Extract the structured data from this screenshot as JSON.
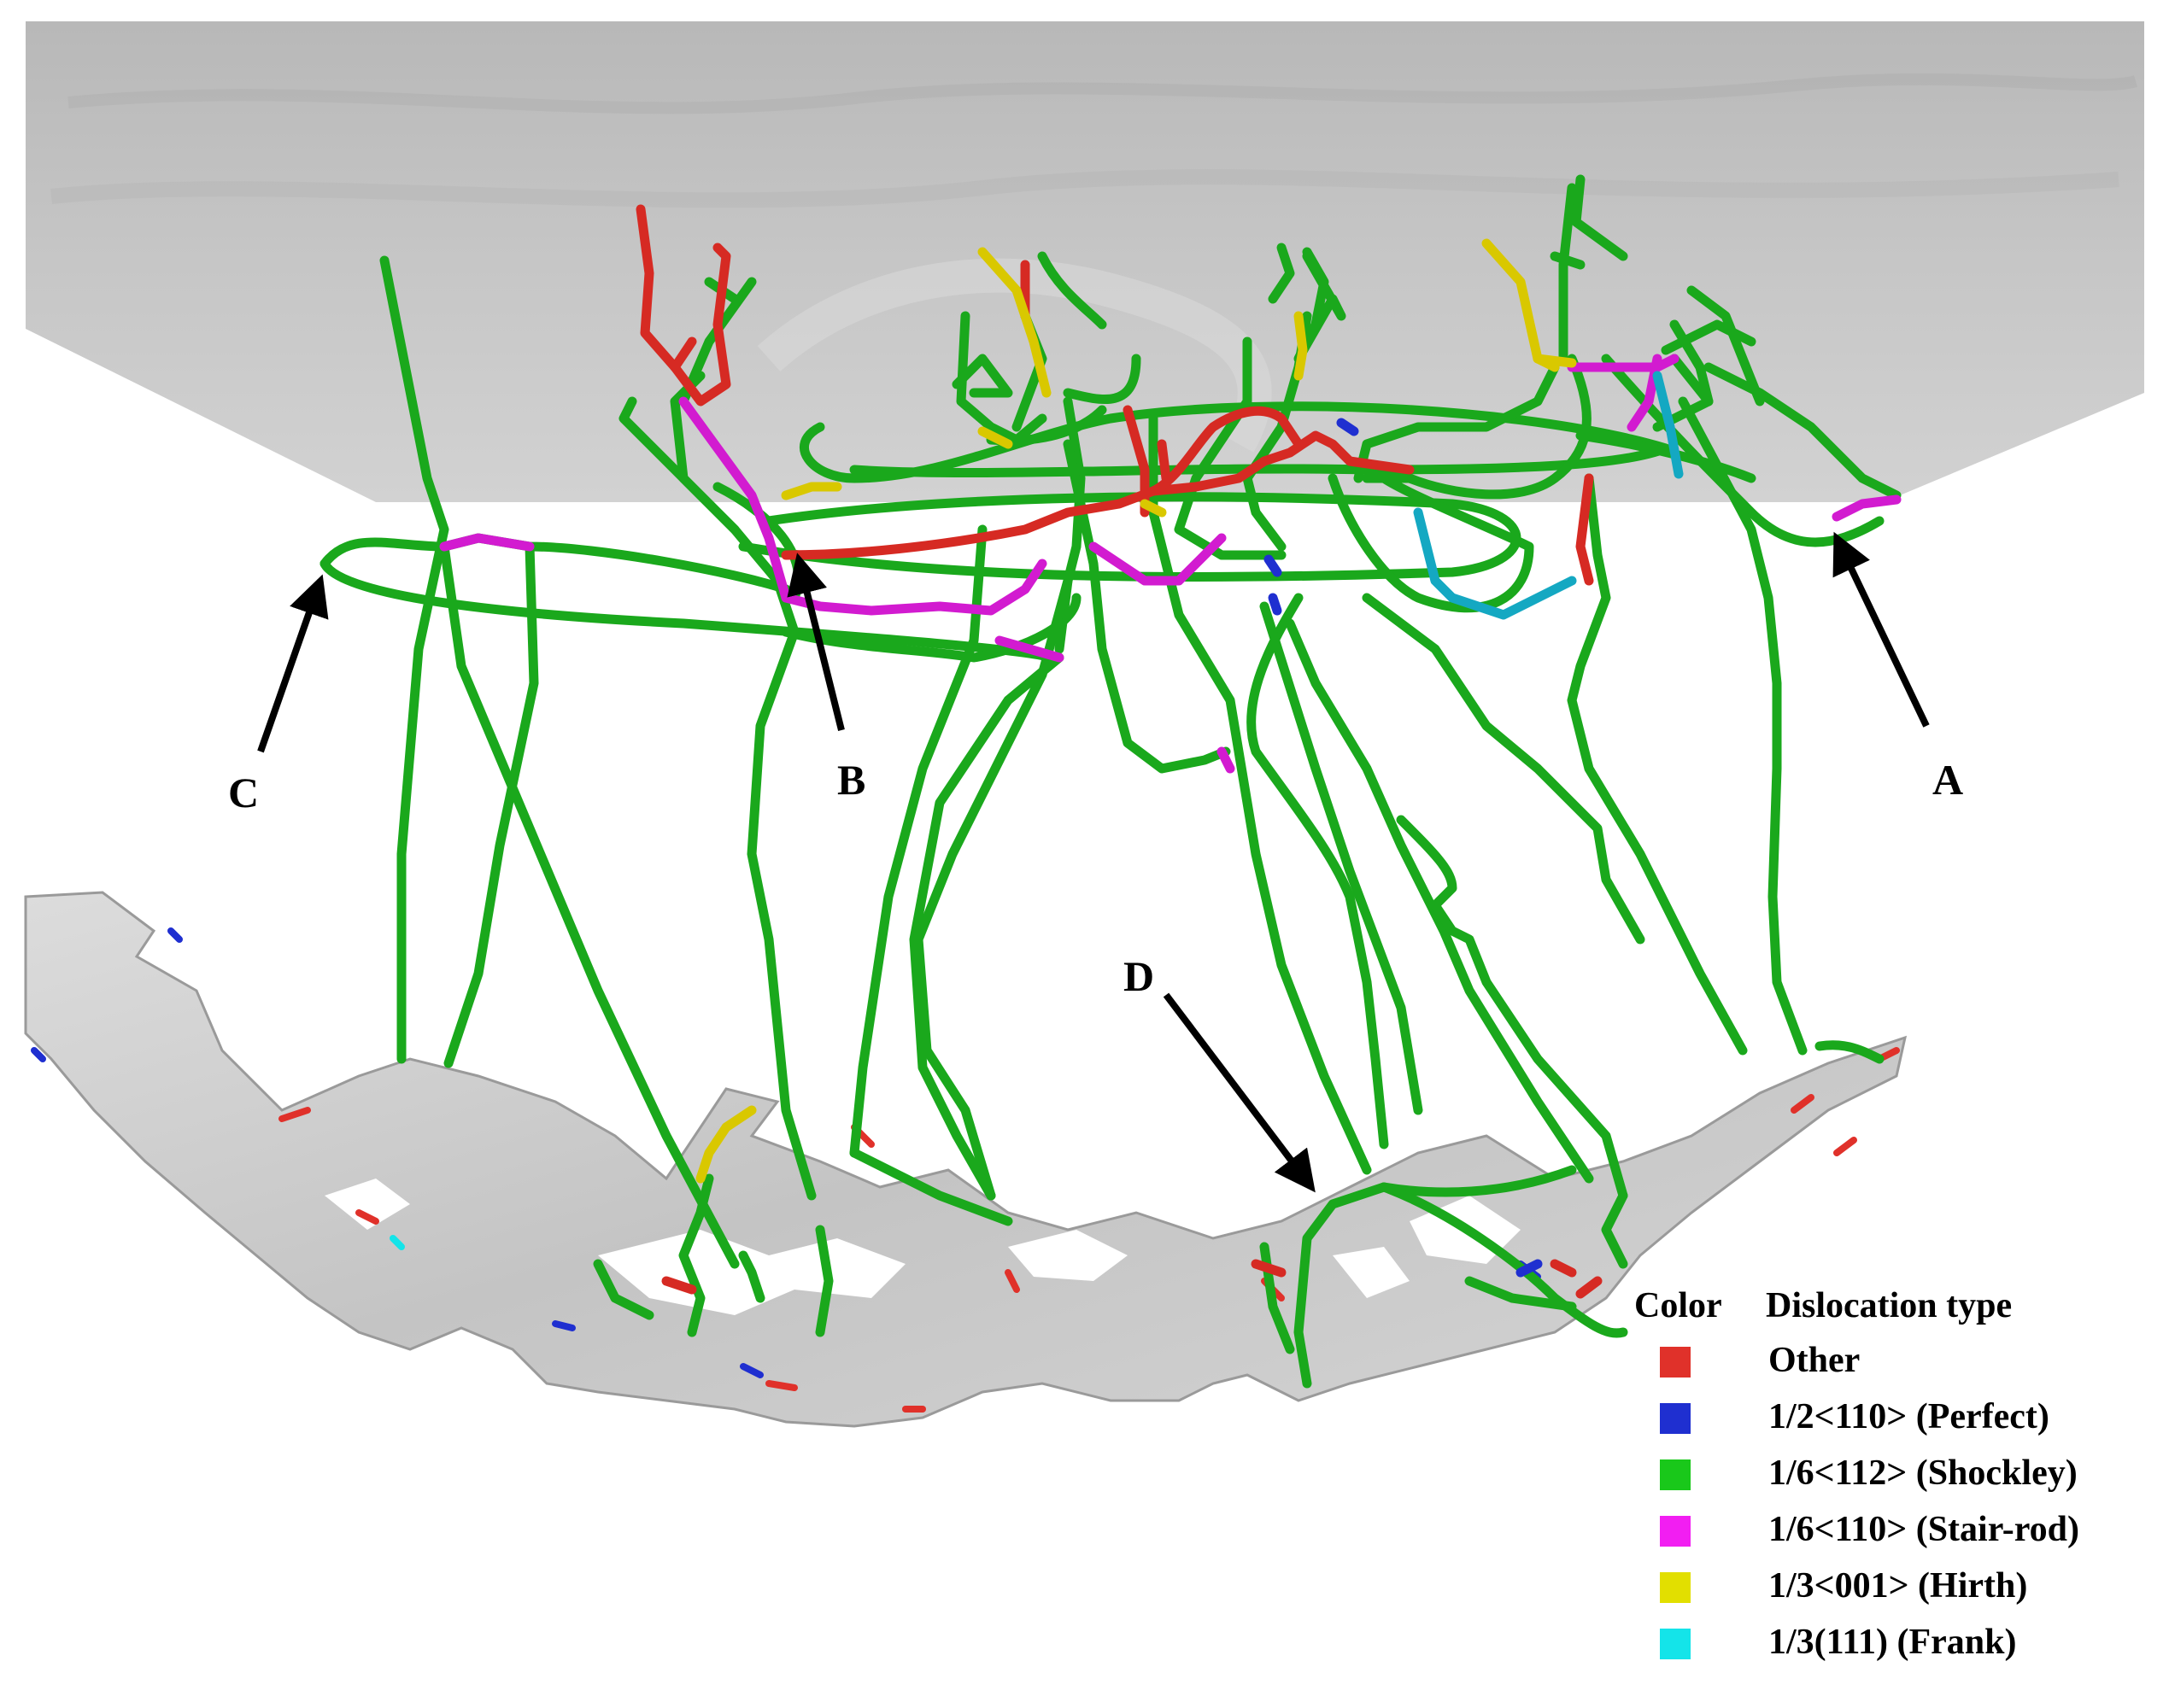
{
  "markers": [
    {
      "id": "A",
      "label": "A"
    },
    {
      "id": "B",
      "label": "B"
    },
    {
      "id": "C",
      "label": "C"
    },
    {
      "id": "D",
      "label": "D"
    }
  ],
  "legend": {
    "header_color": "Color",
    "header_type": "Dislocation type",
    "items": [
      {
        "label": "Other",
        "color": "#e0312a"
      },
      {
        "label": "1/2<110> (Perfect)",
        "color": "#1f2fd0"
      },
      {
        "label": "1/6<112> (Shockley)",
        "color": "#19c81a"
      },
      {
        "label": "1/6<110> (Stair-rod)",
        "color": "#f21ef2"
      },
      {
        "label": "1/3<001> (Hirth)",
        "color": "#e2df00"
      },
      {
        "label": "1/3(111) (Frank)",
        "color": "#14e4e9"
      }
    ]
  },
  "colors": {
    "shockley_line": "#1aa81c",
    "other_line": "#d62a23",
    "stair_rod_line": "#d21bd0",
    "hirth_line": "#d9c800",
    "frank_line": "#14a8c2",
    "perfect_line": "#1f2fd0",
    "surface_gray": "#c9c9c9",
    "arrow": "#000000"
  }
}
